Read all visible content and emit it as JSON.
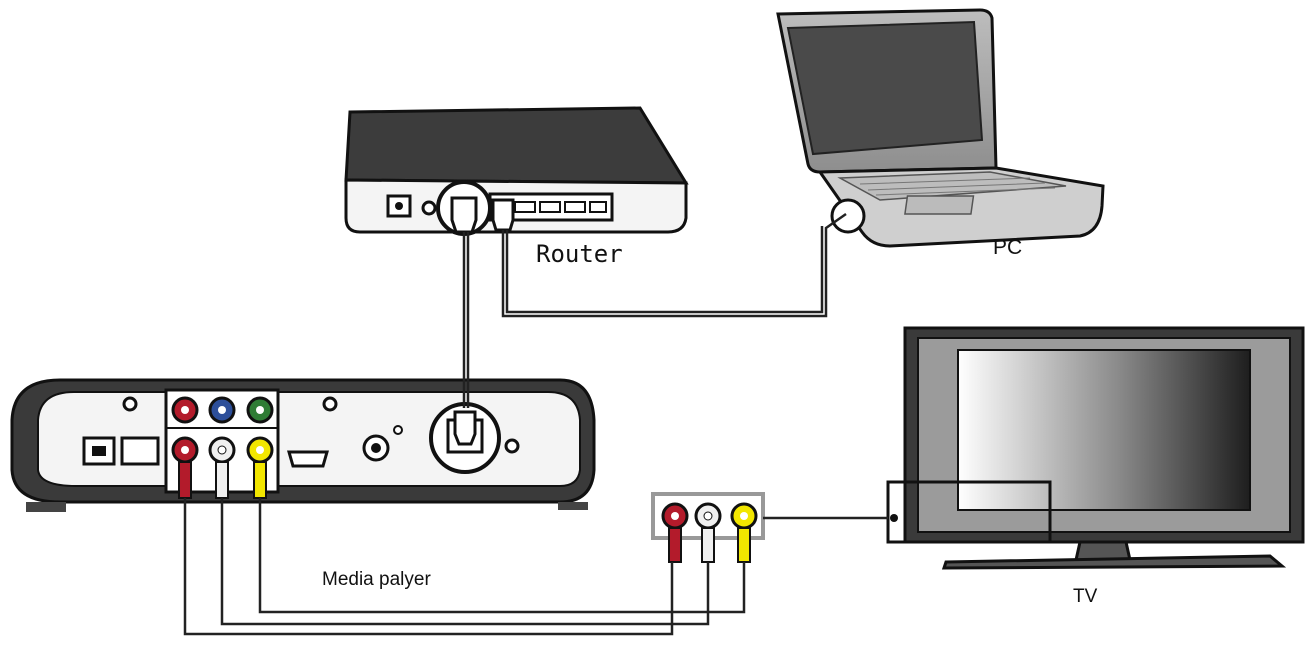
{
  "labels": {
    "router": "Router",
    "pc": "PC",
    "media_player": "Media palyer",
    "tv": "TV"
  },
  "colors": {
    "outline": "#1a1a1a",
    "device_light": "#f4f4f4",
    "device_dark": "#3a3a3a",
    "screen_dark": "#4a4a4a",
    "jack_red": "#b31b2b",
    "jack_white": "#f0f0f0",
    "jack_yellow": "#f2e600",
    "jack_blue": "#2d4f9a",
    "jack_green": "#2f7d35",
    "cable": "#222222"
  },
  "icons": [
    "ethernet-plug-icon",
    "rca-jack-icon",
    "hdmi-port-icon",
    "usb-port-icon"
  ]
}
